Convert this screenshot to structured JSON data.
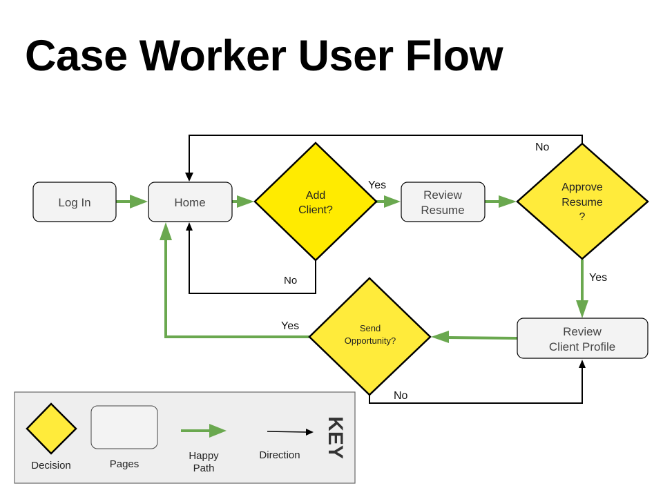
{
  "title": "Case Worker User Flow",
  "colors": {
    "decision_fill_primary": "#FFEB00",
    "decision_fill": "#FFEB3B",
    "page_fill": "#F3F3F3",
    "happy_path": "#6AA84F",
    "direction": "#000000",
    "legend_fill": "#EEEEEE"
  },
  "nodes": {
    "log_in": {
      "type": "page",
      "label": "Log In"
    },
    "home": {
      "type": "page",
      "label": "Home"
    },
    "add_client": {
      "type": "decision",
      "lines": [
        "Add",
        "Client?"
      ]
    },
    "review_resume": {
      "type": "page",
      "lines": [
        "Review",
        "Resume"
      ]
    },
    "approve_resume": {
      "type": "decision",
      "lines": [
        "Approve",
        "Resume",
        "?"
      ]
    },
    "review_client_profile": {
      "type": "page",
      "lines": [
        "Review",
        "Client Profile"
      ]
    },
    "send_opportunity": {
      "type": "decision",
      "lines": [
        "Send",
        "Opportunity?"
      ]
    }
  },
  "edges": [
    {
      "from": "log_in",
      "to": "home",
      "style": "happy_path",
      "label": ""
    },
    {
      "from": "home",
      "to": "add_client",
      "style": "happy_path",
      "label": ""
    },
    {
      "from": "add_client",
      "to": "review_resume",
      "style": "happy_path",
      "label": "Yes"
    },
    {
      "from": "add_client",
      "to": "home",
      "style": "direction",
      "label": "No"
    },
    {
      "from": "review_resume",
      "to": "approve_resume",
      "style": "happy_path",
      "label": ""
    },
    {
      "from": "approve_resume",
      "to": "home",
      "style": "direction",
      "label": "No"
    },
    {
      "from": "approve_resume",
      "to": "review_client_profile",
      "style": "happy_path",
      "label": "Yes"
    },
    {
      "from": "review_client_profile",
      "to": "send_opportunity",
      "style": "happy_path",
      "label": ""
    },
    {
      "from": "send_opportunity",
      "to": "home",
      "style": "happy_path",
      "label": "Yes"
    },
    {
      "from": "send_opportunity",
      "to": "review_client_profile",
      "style": "direction",
      "label": "No"
    }
  ],
  "edge_labels": {
    "add_client_yes": "Yes",
    "add_client_no": "No",
    "approve_no": "No",
    "approve_yes": "Yes",
    "send_yes": "Yes",
    "send_no": "No"
  },
  "legend": {
    "title": "KEY",
    "items": {
      "decision": "Decision",
      "pages": "Pages",
      "happy_path": [
        "Happy",
        "Path"
      ],
      "direction": "Direction"
    }
  }
}
